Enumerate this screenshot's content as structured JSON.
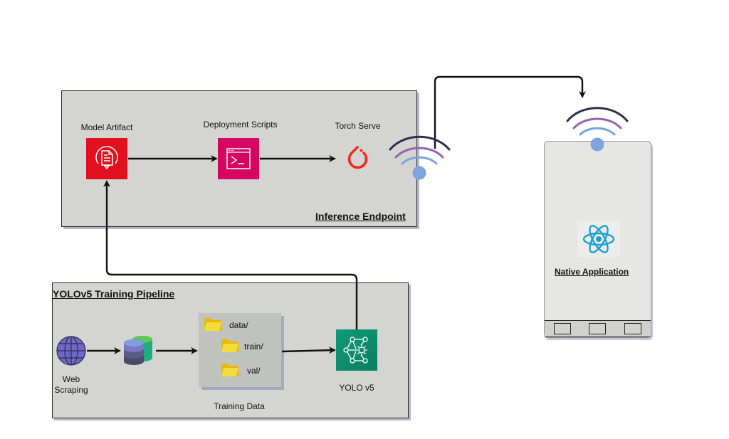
{
  "inference_endpoint": {
    "title": "Inference Endpoint",
    "nodes": [
      {
        "label": "Model Artifact",
        "icon": "model-artifact-icon",
        "color": "#e0101f"
      },
      {
        "label": "Deployment Scripts",
        "icon": "terminal-icon",
        "color": "#d6055f"
      },
      {
        "label": "Torch Serve",
        "icon": "pytorch-icon",
        "color": "#ee2c1e"
      }
    ]
  },
  "training_pipeline": {
    "title": "YOLOv5 Training Pipeline",
    "web_scraping_label": "Web\nScraping",
    "web_scraping_line1": "Web",
    "web_scraping_line2": "Scraping",
    "database_icon": "database-icon",
    "training_data": {
      "label": "Training Data",
      "folders": [
        "data/",
        "train/",
        "val/"
      ]
    },
    "model": {
      "label": "YOLO v5",
      "icon": "ml-model-icon",
      "color": "#0f8a6c"
    }
  },
  "native_app": {
    "label": "Native Application",
    "icon": "react-icon",
    "color": "#1ba1d6"
  },
  "wireless": {
    "arc_colors": [
      "#2c2f4f",
      "#9462b3",
      "#7aa3de"
    ],
    "dot_color": "#7ea3de"
  }
}
